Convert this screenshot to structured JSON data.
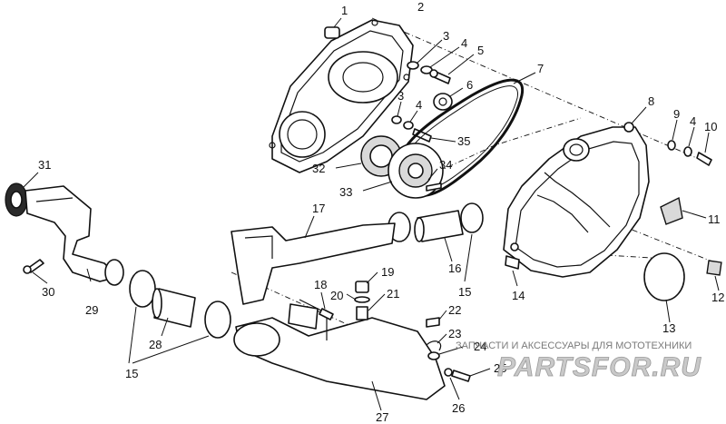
{
  "callouts": [
    "1",
    "2",
    "3",
    "4",
    "5",
    "6",
    "7",
    "8",
    "9",
    "10",
    "11",
    "12",
    "13",
    "14",
    "15",
    "16",
    "17",
    "18",
    "19",
    "20",
    "21",
    "22",
    "23",
    "24",
    "25",
    "26",
    "27",
    "28",
    "29",
    "30",
    "31",
    "32",
    "33",
    "34",
    "35"
  ],
  "extra_labels": {
    "3b": "3",
    "4b": "4",
    "4c": "4",
    "15b": "15"
  },
  "watermark": {
    "caption": "ЗАПЧАСТИ И АКСЕССУАРЫ ДЛЯ МОТОТЕХНИКИ",
    "logo": "PARTSFOR.RU"
  }
}
